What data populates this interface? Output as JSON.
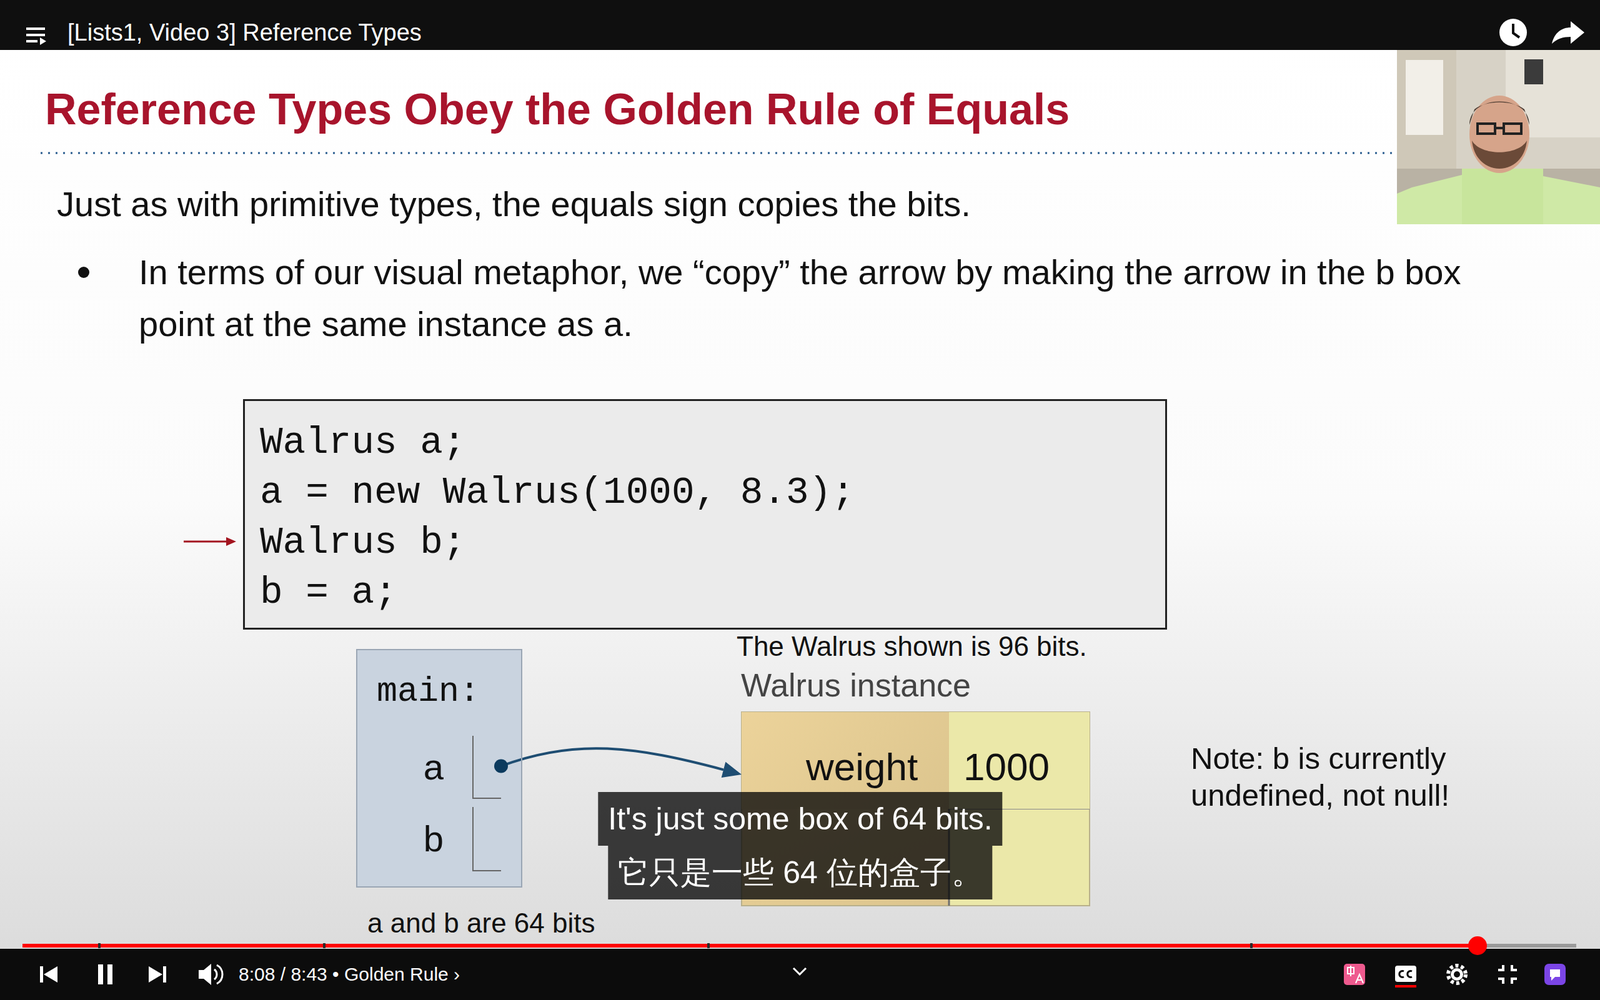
{
  "diagram": {
    "title": "Reference Types Obey the Golden Rule of Equals",
    "nodes": [
      {
        "text": [
          "Walrus a;",
          "a = new Walrus(1000, 8.3);",
          "Walrus b;",
          "b = a;"
        ]
      },
      {
        "text": [
          "main:"
        ]
      },
      {
        "text": [
          "a"
        ],
        "in": 1
      },
      {
        "text": [
          "b"
        ],
        "in": 1
      },
      {
        "text": [
          "Walrus instance"
        ]
      },
      {
        "text": [
          "weight"
        ],
        "in": 4
      },
      {
        "text": [
          "1000"
        ],
        "in": 4
      }
    ],
    "edges": [
      {
        "from": 2,
        "to": 4,
        "arrow": "to"
      }
    ],
    "labels": [
      "[Lists1, Video 3] Reference Types",
      "Just as with primitive types, the equals sign copies the bits.",
      "In terms of our visual metaphor, we “copy” the arrow by making the arrow in the b box point at the same instance as a.",
      "The Walrus shown is 96 bits.",
      "Note: b is currently undefined, not null!",
      "a and b are 64 bits",
      "It's just some box of 64 bits.",
      "它只是一些 64 位的盒子。",
      "8:08 / 8:43 • Golden Rule ›"
    ]
  }
}
